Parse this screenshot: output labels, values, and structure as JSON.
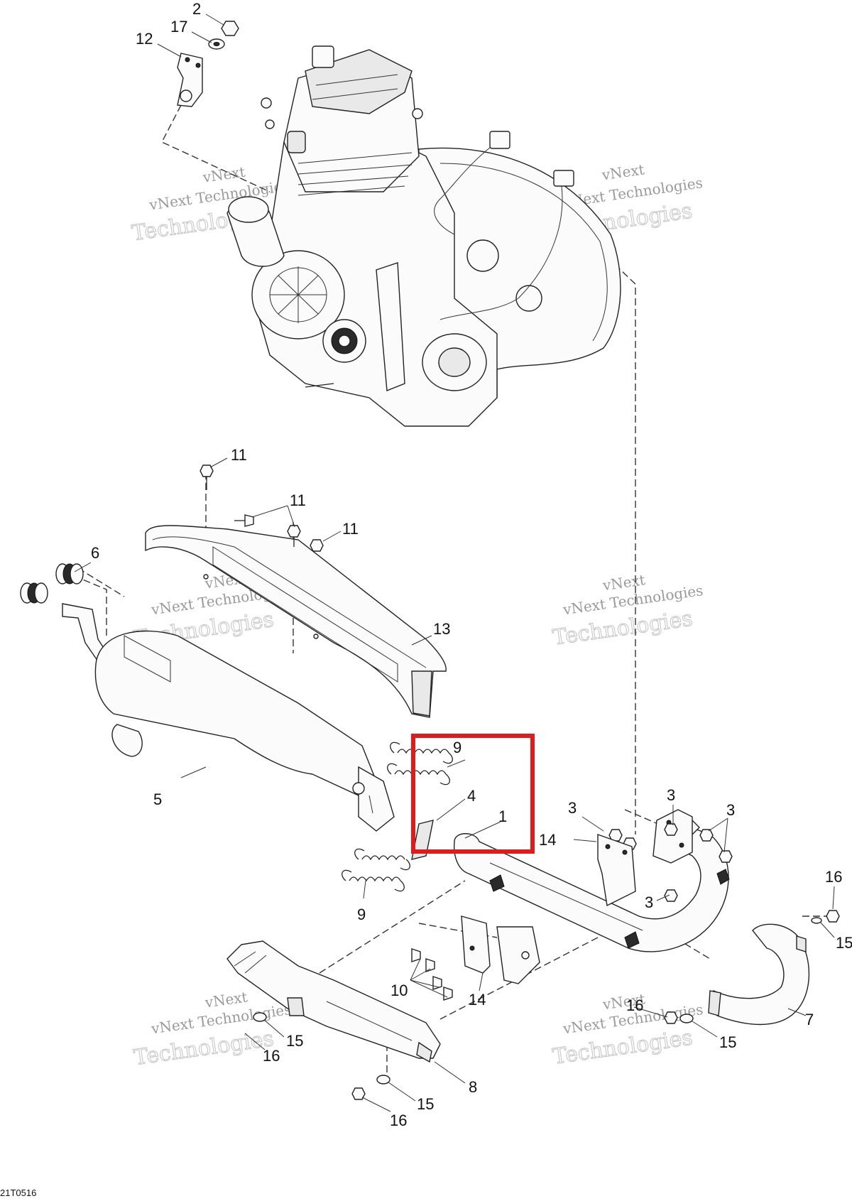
{
  "diagram_code": "21T0516",
  "watermark": {
    "line1": "vNext",
    "line2": "vNext Technologies",
    "line3": "Technologies"
  },
  "callouts": [
    {
      "id": "c2",
      "text": "2"
    },
    {
      "id": "c17",
      "text": "17"
    },
    {
      "id": "c12",
      "text": "12"
    },
    {
      "id": "c11a",
      "text": "11"
    },
    {
      "id": "c11b",
      "text": "11"
    },
    {
      "id": "c11c",
      "text": "11"
    },
    {
      "id": "c6",
      "text": "6"
    },
    {
      "id": "c13",
      "text": "13"
    },
    {
      "id": "c9a",
      "text": "9"
    },
    {
      "id": "c4",
      "text": "4"
    },
    {
      "id": "c1",
      "text": "1"
    },
    {
      "id": "c5",
      "text": "5"
    },
    {
      "id": "c3a",
      "text": "3"
    },
    {
      "id": "c3b",
      "text": "3"
    },
    {
      "id": "c3c",
      "text": "3"
    },
    {
      "id": "c3d",
      "text": "3"
    },
    {
      "id": "c14a",
      "text": "14"
    },
    {
      "id": "c9b",
      "text": "9"
    },
    {
      "id": "c16a",
      "text": "16"
    },
    {
      "id": "c15a",
      "text": "15"
    },
    {
      "id": "c10",
      "text": "10"
    },
    {
      "id": "c14b",
      "text": "14"
    },
    {
      "id": "c7",
      "text": "7"
    },
    {
      "id": "c16b",
      "text": "16"
    },
    {
      "id": "c15b",
      "text": "15"
    },
    {
      "id": "c15c",
      "text": "15"
    },
    {
      "id": "c16c",
      "text": "16"
    },
    {
      "id": "c8",
      "text": "8"
    },
    {
      "id": "c15d",
      "text": "15"
    },
    {
      "id": "c16d",
      "text": "16"
    }
  ],
  "highlight": {
    "color": "#e01b1b"
  }
}
